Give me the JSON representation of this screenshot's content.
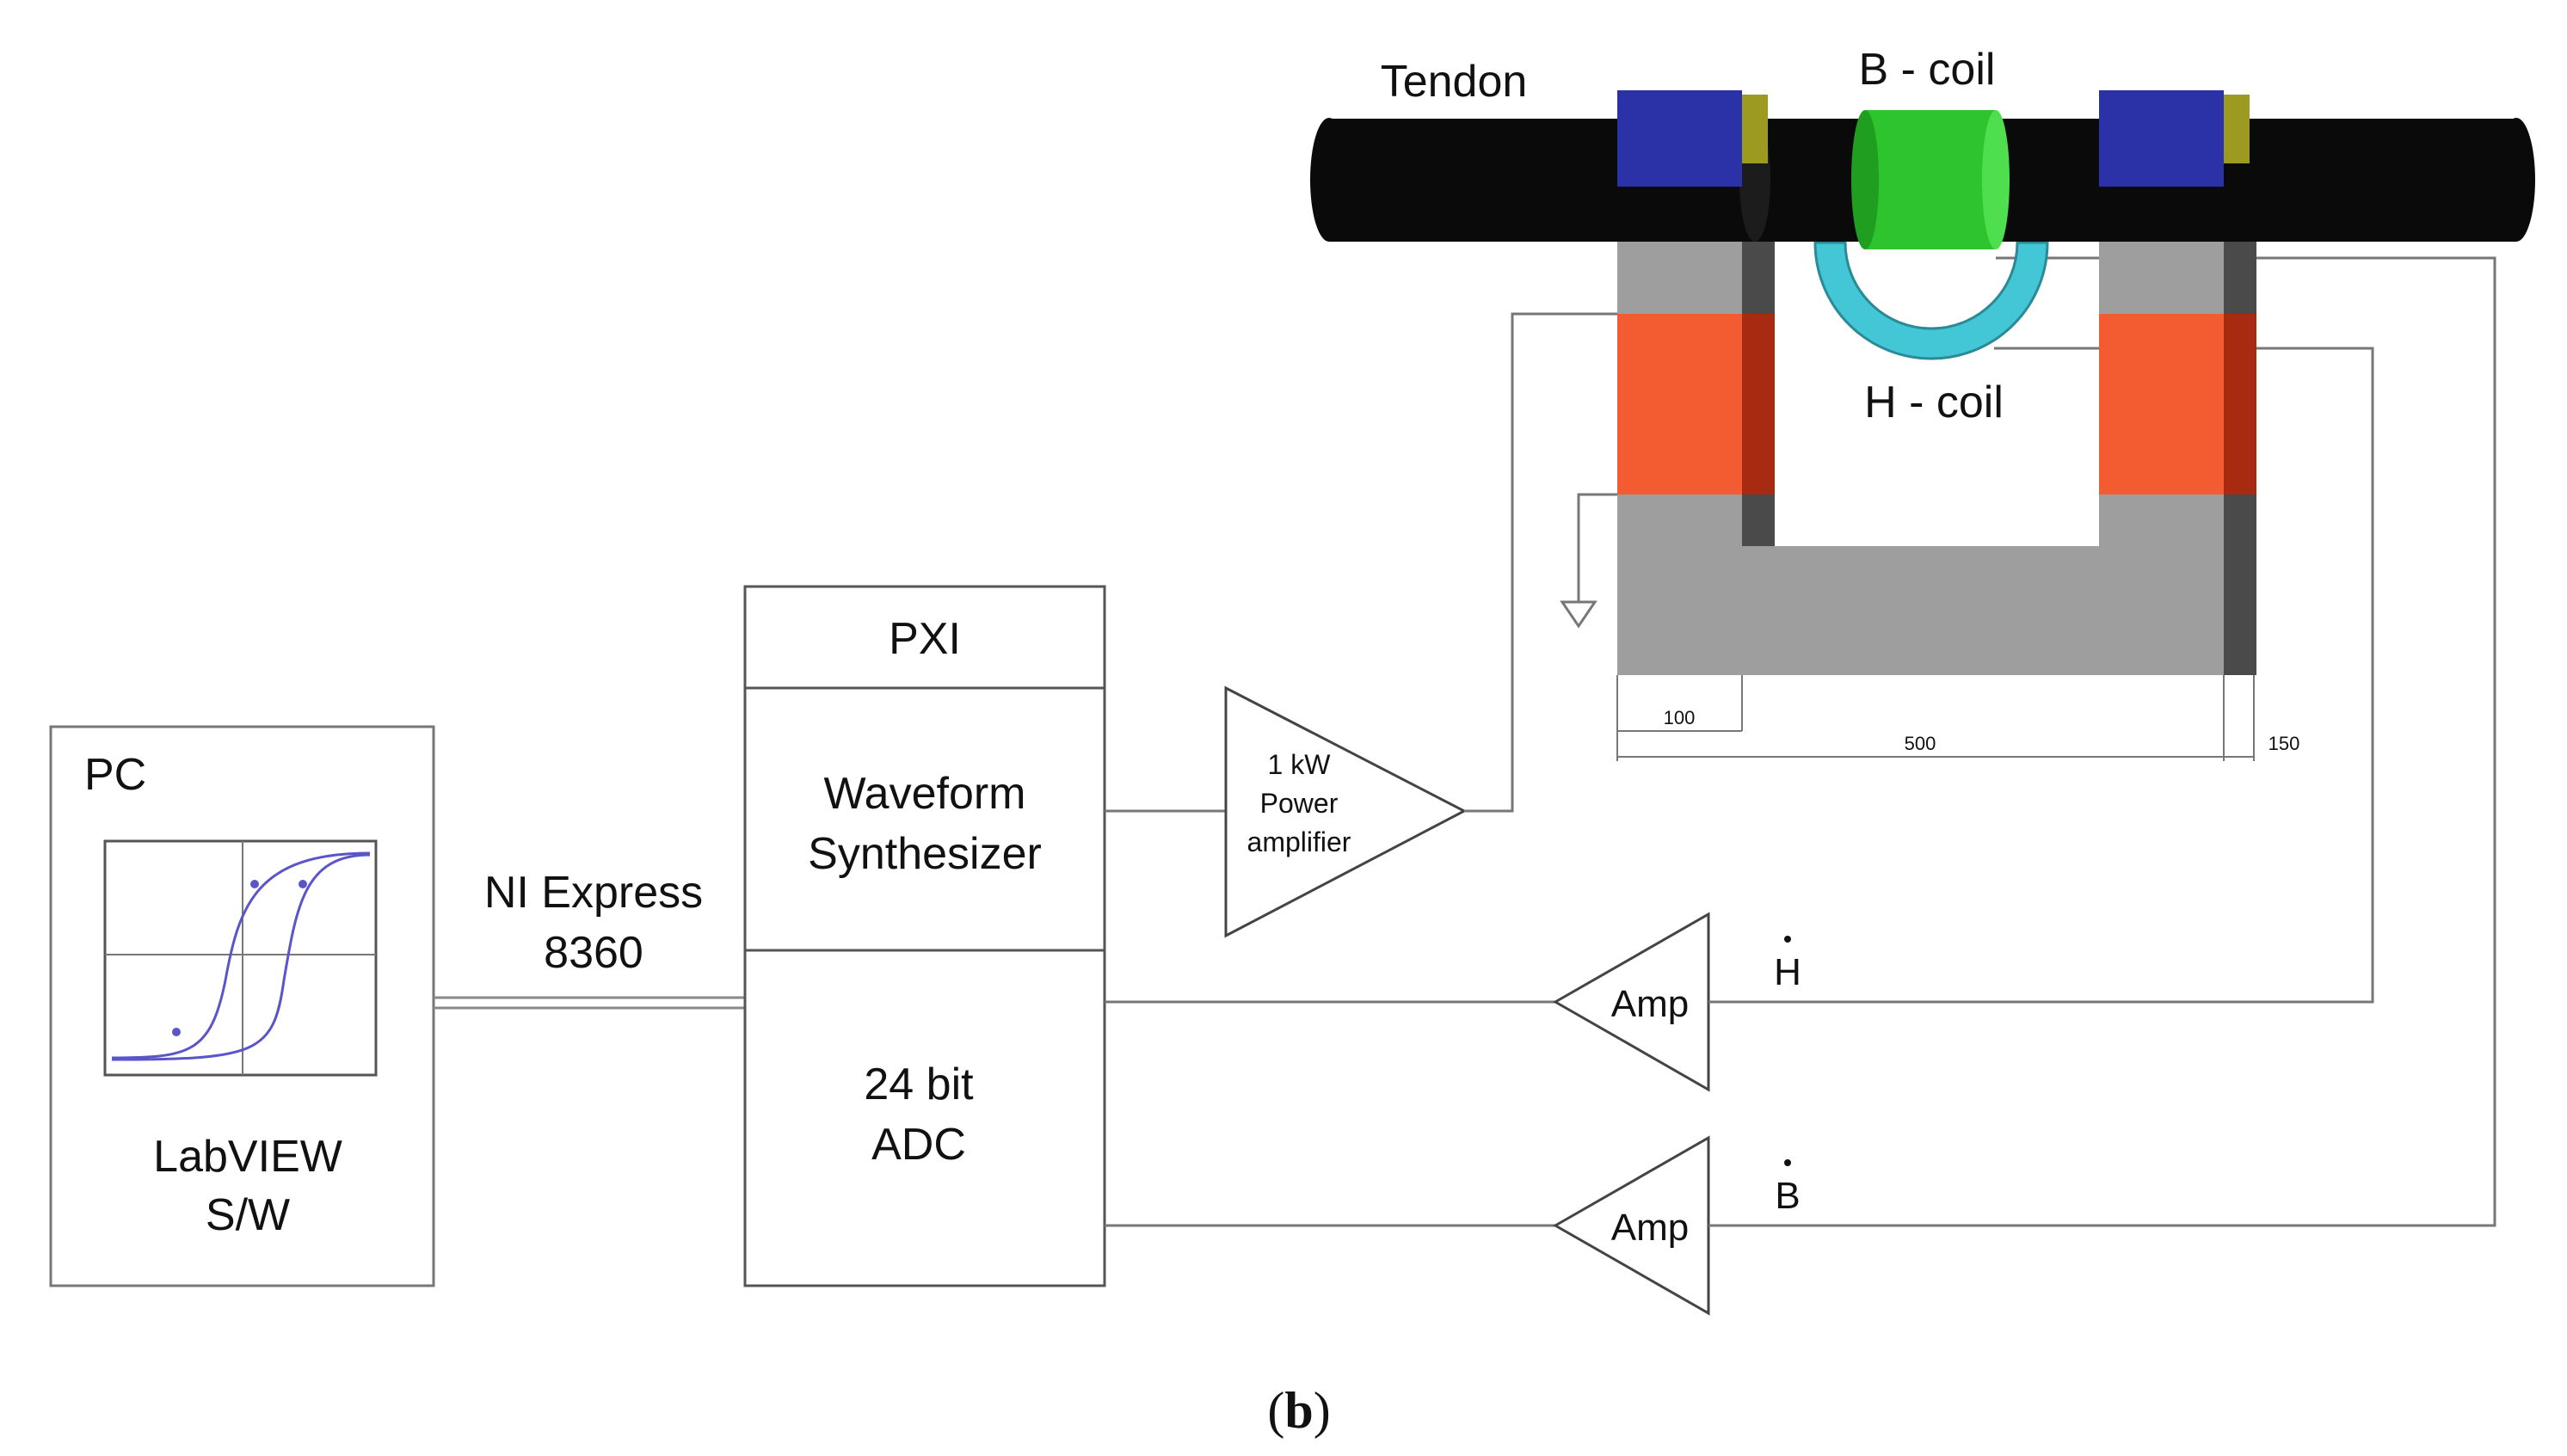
{
  "pc": {
    "title": "PC",
    "software_line1": "LabVIEW",
    "software_line2": "S/W"
  },
  "link": {
    "line1": "NI Express",
    "line2": "8360"
  },
  "pxi": {
    "title": "PXI",
    "synth_line1": "Waveform",
    "synth_line2": "Synthesizer",
    "adc_line1": "24 bit",
    "adc_line2": "ADC"
  },
  "power_amp": {
    "line1": "1 kW",
    "line2": "Power",
    "line3": "amplifier"
  },
  "amps": {
    "h_label": "Amp",
    "b_label": "Amp",
    "h_signal": "H",
    "b_signal": "B"
  },
  "sensor": {
    "tendon": "Tendon",
    "b_coil": "B - coil",
    "h_coil": "H - coil"
  },
  "dimensions": {
    "left": "100",
    "middle": "500",
    "right": "150"
  },
  "caption": {
    "open": "(",
    "letter": "b",
    "close": ")"
  },
  "colors": {
    "tendon": "#0a0a0a",
    "yoke": "#9e9e9e",
    "yoke_shadow": "#4a4a4a",
    "pole_cap": "#2b32a8",
    "magnet_coil": "#f25c30",
    "magnet_coil_shade": "#a82a10",
    "b_coil": "#2ec42e",
    "h_coil": "#43c6d6",
    "scope_curve": "#5a55c8"
  }
}
